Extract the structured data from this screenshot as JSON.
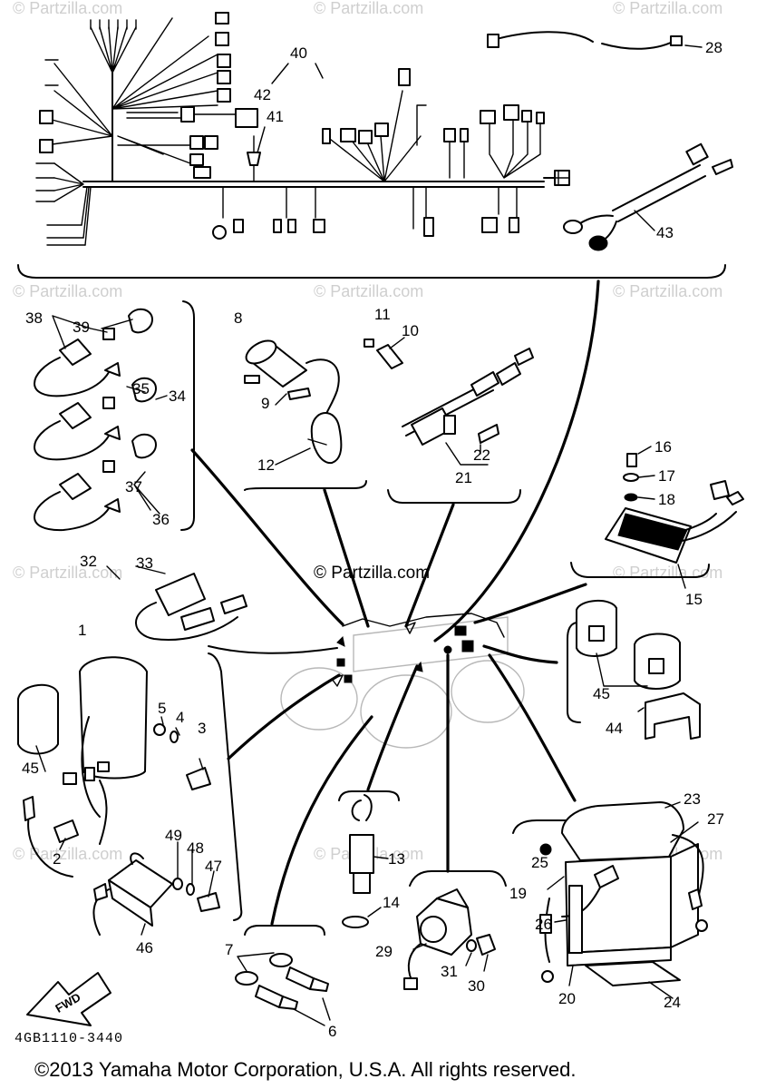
{
  "watermark": "© Partzilla.com",
  "center_watermark": "© Partzilla.com",
  "diagram_code": "4GB1110-3440",
  "fwd_label": "FWD",
  "copyright": "©2013 Yamaha Motor Corporation, U.S.A. All rights reserved.",
  "callouts": {
    "n1": "1",
    "n2": "2",
    "n3": "3",
    "n4": "4",
    "n5": "5",
    "n6": "6",
    "n7": "7",
    "n8": "8",
    "n9": "9",
    "n10": "10",
    "n11": "11",
    "n12": "12",
    "n13": "13",
    "n14": "14",
    "n15": "15",
    "n16": "16",
    "n17": "17",
    "n18": "18",
    "n19": "19",
    "n20": "20",
    "n21": "21",
    "n22": "22",
    "n23": "23",
    "n24": "24",
    "n25": "25",
    "n26": "26",
    "n27": "27",
    "n28": "28",
    "n29": "29",
    "n30": "30",
    "n31": "31",
    "n32": "32",
    "n33": "33",
    "n34": "34",
    "n35": "35",
    "n36": "36",
    "n37": "37",
    "n38": "38",
    "n39": "39",
    "n40": "40",
    "n41": "41",
    "n42": "42",
    "n43": "43",
    "n44": "44",
    "n45a": "45",
    "n45b": "45",
    "n46": "46",
    "n47": "47",
    "n48": "48",
    "n49": "49"
  }
}
